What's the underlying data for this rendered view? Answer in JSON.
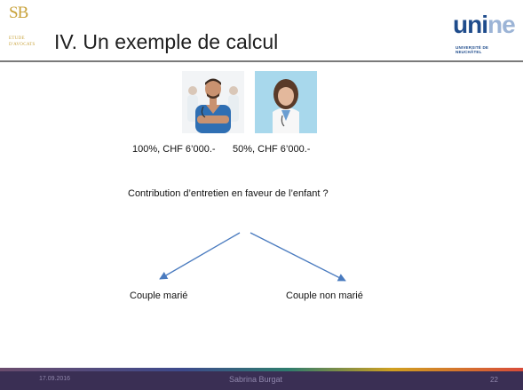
{
  "header": {
    "logo_monogram": "SB",
    "logo_sub1": "ETUDE",
    "logo_sub2": "D'AVOCATS",
    "title": "IV. Un exemple de calcul",
    "unine_word": "unine",
    "unine_sub1": "UNIVERSITÉ DE",
    "unine_sub2": "NEUCHÂTEL"
  },
  "persons": [
    {
      "caption": "100%, CHF 6’000.-"
    },
    {
      "caption": "50%, CHF 6’000.-"
    }
  ],
  "question": "Contribution d’entretien en faveur de l’enfant ?",
  "options": [
    "Couple marié",
    "Couple non marié"
  ],
  "footer": {
    "date": "17.09.2016",
    "author": "Sabrina Burgat",
    "page": "22"
  },
  "colors": {
    "arrow": "#4a7bbf",
    "footer_bg": "#3a2f54",
    "logo_gold": "#c8a23a",
    "unine_blue": "#1f4c8c"
  }
}
